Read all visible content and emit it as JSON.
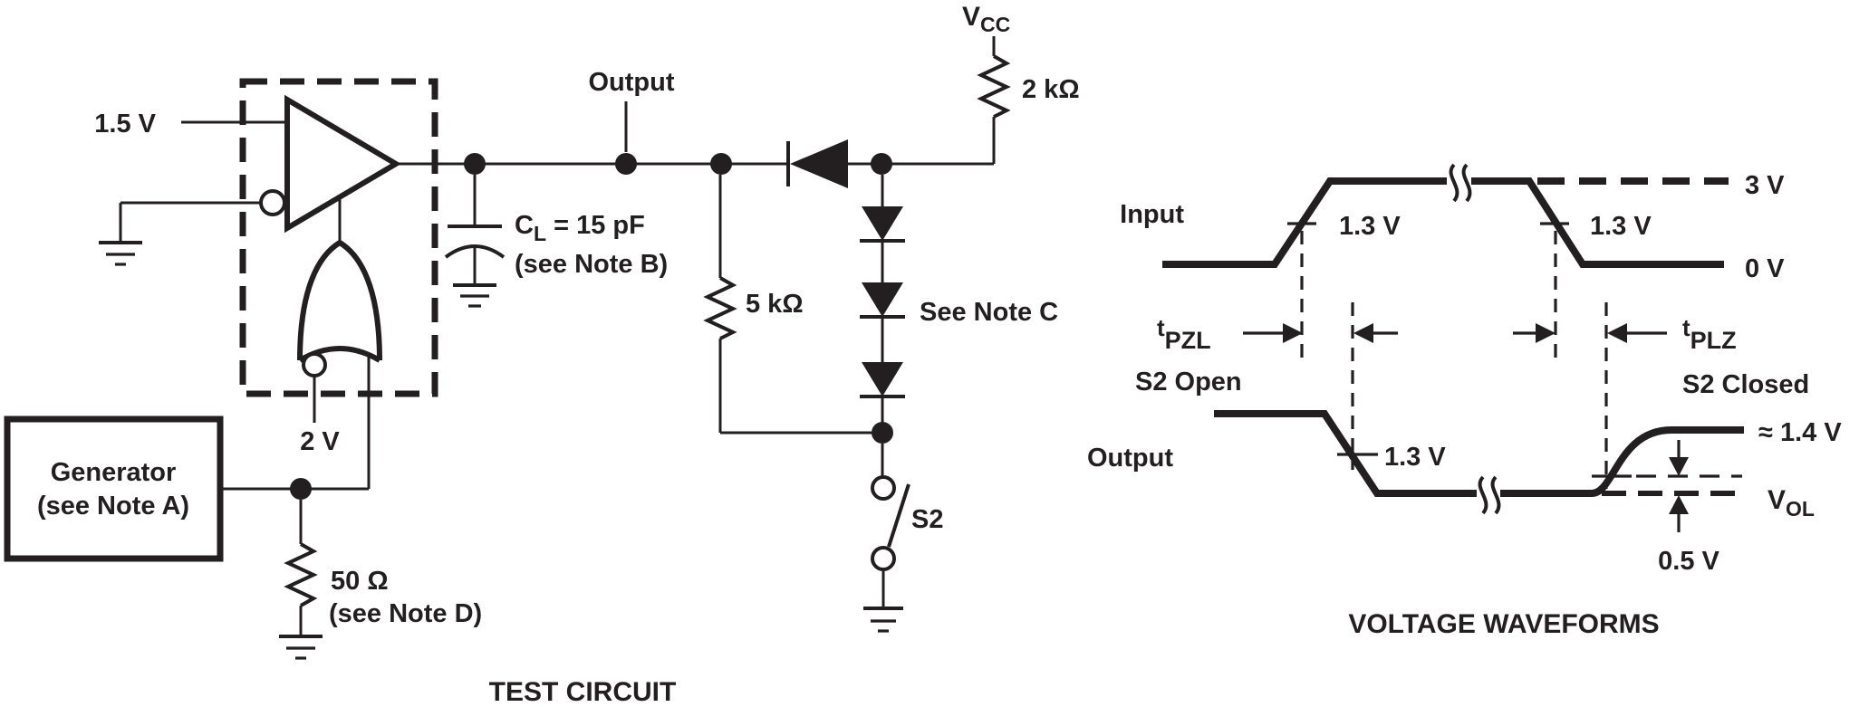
{
  "figure": {
    "left_caption": "TEST CIRCUIT",
    "right_caption": "VOLTAGE WAVEFORMS"
  },
  "colors": {
    "ink": "#231f20",
    "background": "#ffffff"
  },
  "test_circuit": {
    "bias_input": "1.5 V",
    "bias_enable": "2 V",
    "generator_line1": "Generator",
    "generator_line2": "(see Note A)",
    "source_resistor_value": "50 Ω",
    "source_resistor_note": "(see Note D)",
    "output_label": "Output",
    "load_cap_sym": "C",
    "load_cap_sub": "L",
    "load_cap_value": " = 15 pF",
    "load_cap_note": "(see Note B)",
    "pulldown_resistor_value": "5 kΩ",
    "diode_chain_note": "See Note C",
    "vcc_sym": "V",
    "vcc_sub": "CC",
    "pullup_resistor_value": "2 kΩ",
    "switch_label": "S2"
  },
  "waveforms": {
    "input_label": "Input",
    "output_label": "Output",
    "high_level": "3 V",
    "low_level": "0 V",
    "input_rise_threshold": "1.3 V",
    "input_fall_threshold": "1.3 V",
    "output_fall_threshold": "1.3 V",
    "tpzl_sym": "t",
    "tpzl_sub": "PZL",
    "tplz_sym": "t",
    "tplz_sub": "PLZ",
    "s2_open": "S2 Open",
    "s2_closed": "S2 Closed",
    "final_level": "≈ 1.4 V",
    "vol_sym": "V",
    "vol_sub": "OL",
    "delta_level": "0.5 V"
  }
}
